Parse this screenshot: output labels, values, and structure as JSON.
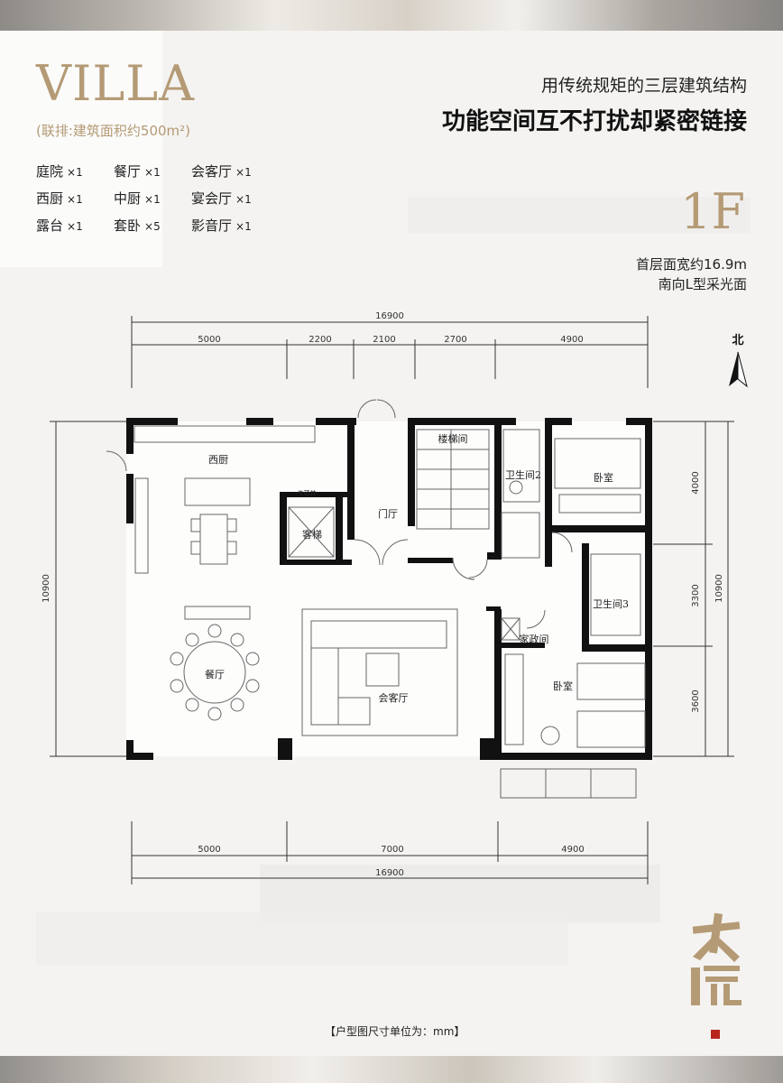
{
  "brand": {
    "title": "VILLA",
    "subtitle": "(联排:建筑面积约500m²)"
  },
  "rooms": [
    [
      {
        "name": "庭院",
        "qty": "×1"
      },
      {
        "name": "餐厅",
        "qty": "×1"
      },
      {
        "name": "会客厅",
        "qty": "×1"
      }
    ],
    [
      {
        "name": "西厨",
        "qty": "×1"
      },
      {
        "name": "中厨",
        "qty": "×1"
      },
      {
        "name": "宴会厅",
        "qty": "×1"
      }
    ],
    [
      {
        "name": "露台",
        "qty": "×1"
      },
      {
        "name": "套卧",
        "qty": "×5"
      },
      {
        "name": "影音厅",
        "qty": "×1"
      }
    ]
  ],
  "headline": {
    "line1": "用传统规矩的三层建筑结构",
    "line2": "功能空间互不打扰却紧密链接"
  },
  "floor": {
    "label": "1F",
    "note1": "首层面宽约16.9m",
    "note2": "南向L型采光面"
  },
  "plan": {
    "north": "北",
    "dims_top_total": "16900",
    "dims_top": [
      "5000",
      "2200",
      "2100",
      "2700",
      "4900"
    ],
    "dims_bottom": [
      "5000",
      "7000",
      "4900"
    ],
    "dims_bottom_total": "16900",
    "dims_left": "10900",
    "dims_right": [
      "4000",
      "3300",
      "3600"
    ],
    "dims_right_total": "10900",
    "room_labels": {
      "west_kitchen": "西厨",
      "elevator": "客梯",
      "dumbwaiter": "传菜井",
      "foyer": "门厅",
      "stair": "楼梯间",
      "bath2": "卫生间2",
      "bedroom1": "卧室",
      "bath3": "卫生间3",
      "utility": "家政间",
      "dining": "餐厅",
      "living": "会客厅",
      "bedroom2": "卧室"
    }
  },
  "seal_text": "大院",
  "unit_note": "【户型图尺寸单位为：mm】",
  "colors": {
    "gold": "#b49a75",
    "wall": "#111111",
    "stamp": "#b8261b"
  }
}
